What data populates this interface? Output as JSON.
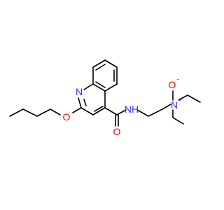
{
  "colors": {
    "bond": "#000000",
    "nitrogen": "#3333ff",
    "oxygen": "#ff0000",
    "background": "#ffffff"
  },
  "atoms": {
    "ring_nitrogen": "N",
    "ether_oxygen": "O",
    "carbonyl_oxygen": "O",
    "amide_nh": "NH",
    "ammonium_nitrogen": "N",
    "ammonium_charge": "+",
    "oxide_oxygen": "O",
    "oxide_charge": "-"
  }
}
